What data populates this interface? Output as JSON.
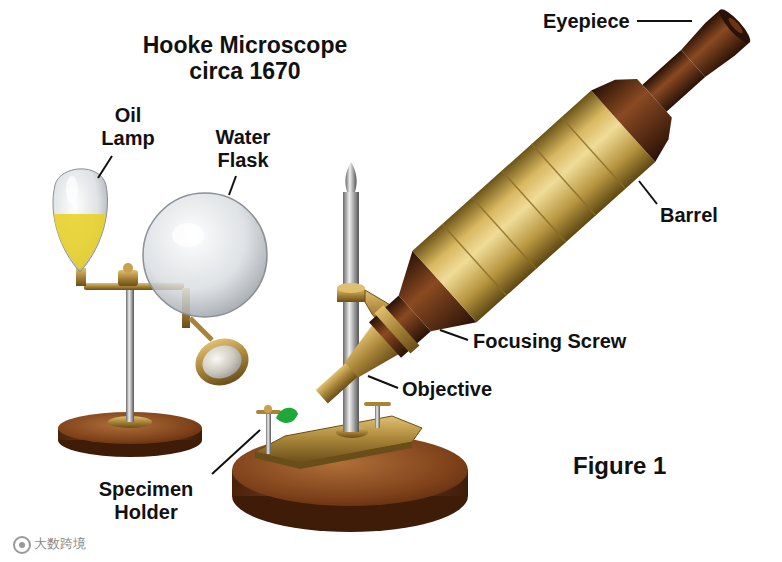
{
  "diagram": {
    "title": "Hooke Microscope circa 1670",
    "caption": "Figure 1",
    "labels": [
      "Eyepiece",
      "Oil Lamp",
      "Water Flask",
      "Barrel",
      "Focusing Screw",
      "Objective",
      "Specimen Holder",
      "大数跨境"
    ]
  }
}
